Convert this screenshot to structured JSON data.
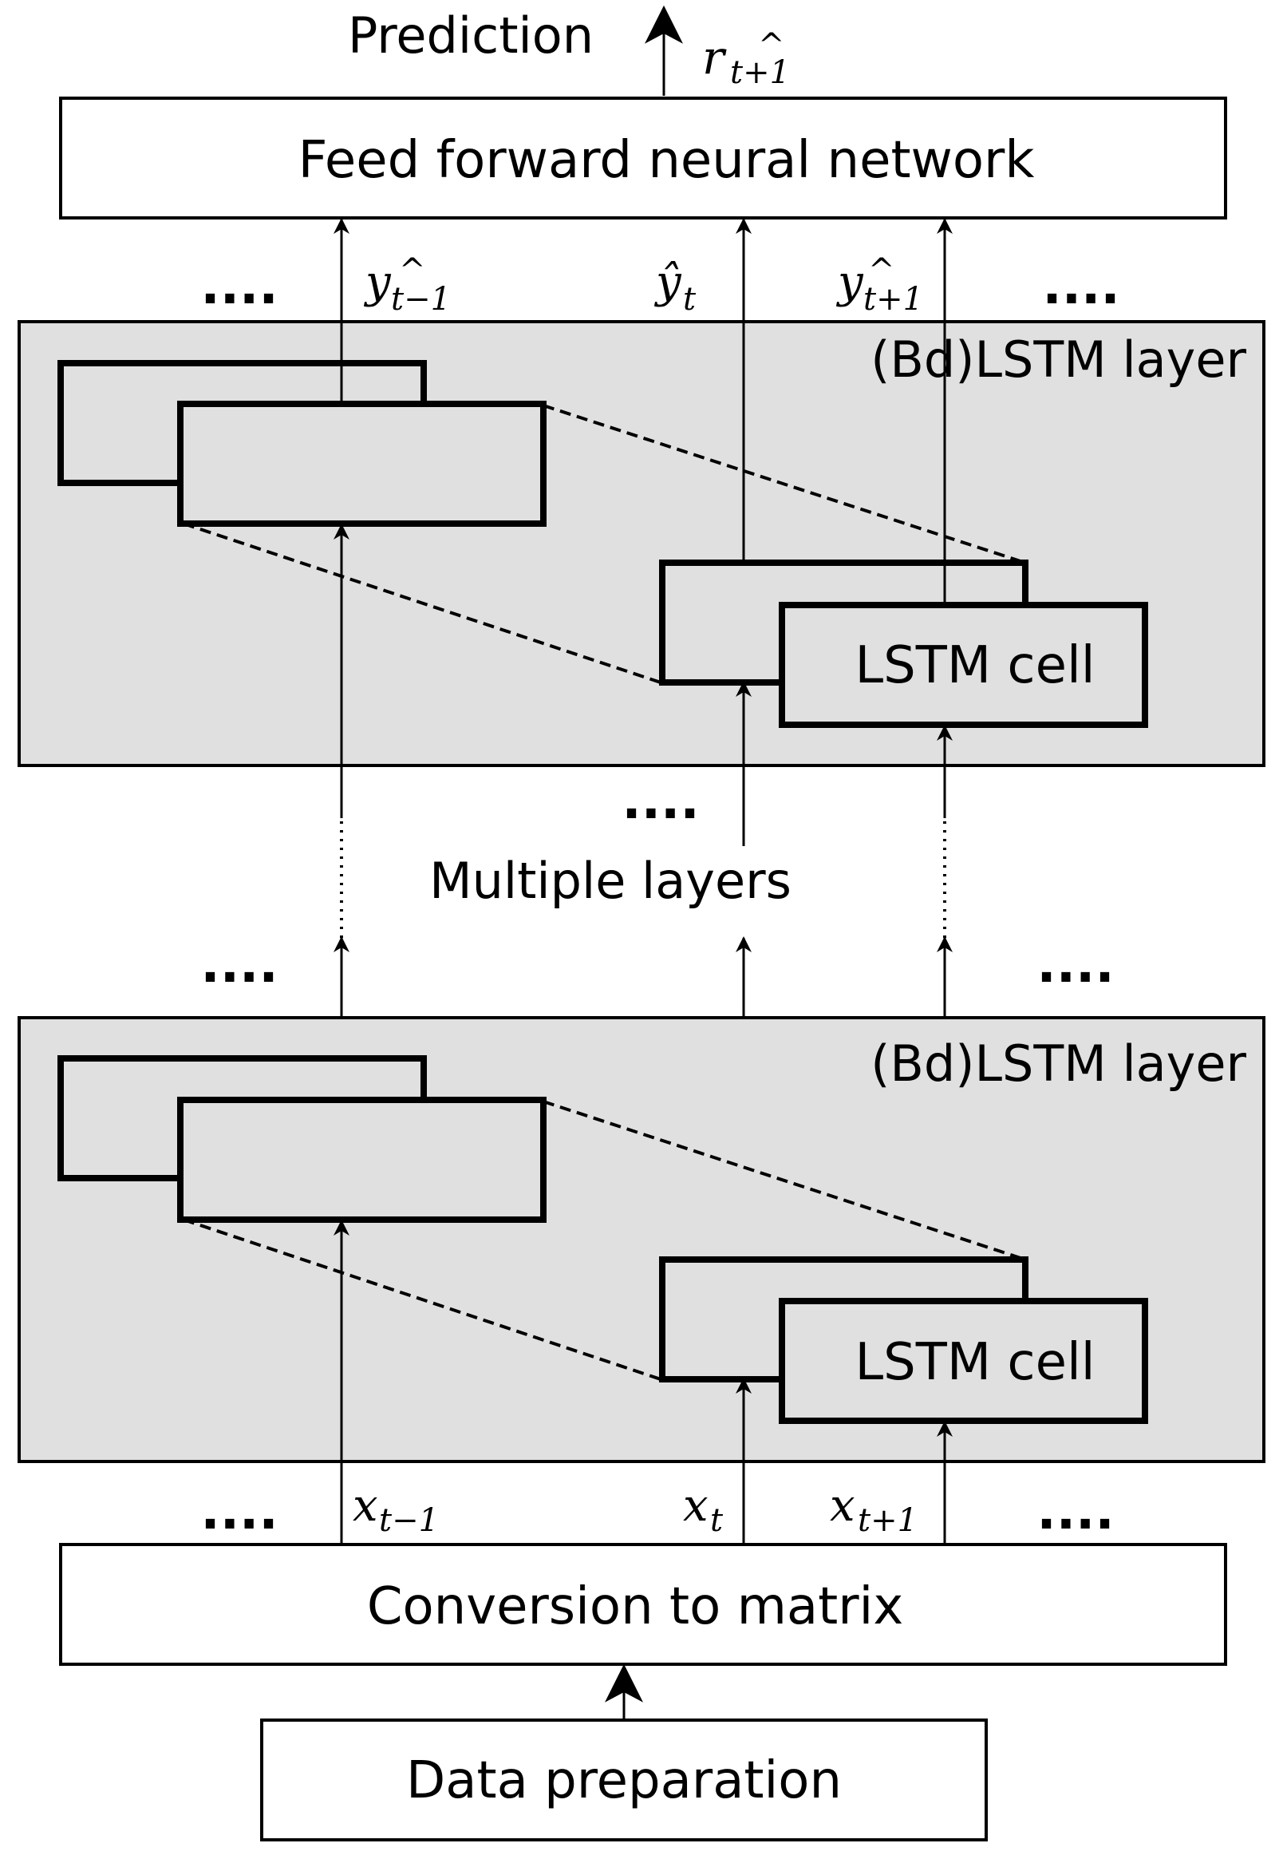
{
  "top": {
    "prediction_label": "Prediction",
    "output_symbol": "r",
    "output_subscript": "t+1",
    "output_hat": "^"
  },
  "ffnn": {
    "label": "Feed forward neural network"
  },
  "outputs": {
    "ellipsis_left": "....",
    "ellipsis_right": "....",
    "y_prev": {
      "symbol": "y",
      "subscript": "t−1",
      "hat": "^"
    },
    "y_curr": {
      "symbol": "ŷ",
      "subscript": "t"
    },
    "y_next": {
      "symbol": "y",
      "subscript": "t+1",
      "hat": "^"
    }
  },
  "layer_top": {
    "label": "(Bd)LSTM layer",
    "cell_label": "LSTM cell"
  },
  "middle": {
    "ellipsis_center": "....",
    "label": "Multiple layers",
    "ellipsis_left": "....",
    "ellipsis_right": "...."
  },
  "layer_bottom": {
    "label": "(Bd)LSTM layer",
    "cell_label": "LSTM cell"
  },
  "inputs": {
    "ellipsis_left": "....",
    "ellipsis_right": "....",
    "x_prev": {
      "symbol": "x",
      "subscript": "t−1"
    },
    "x_curr": {
      "symbol": "x",
      "subscript": "t"
    },
    "x_next": {
      "symbol": "x",
      "subscript": "t+1"
    }
  },
  "conversion": {
    "label": "Conversion to matrix"
  },
  "data_prep": {
    "label": "Data preparation"
  },
  "colors": {
    "layer_fill": "#e0e0e0",
    "stroke": "#000000",
    "background": "#ffffff"
  }
}
